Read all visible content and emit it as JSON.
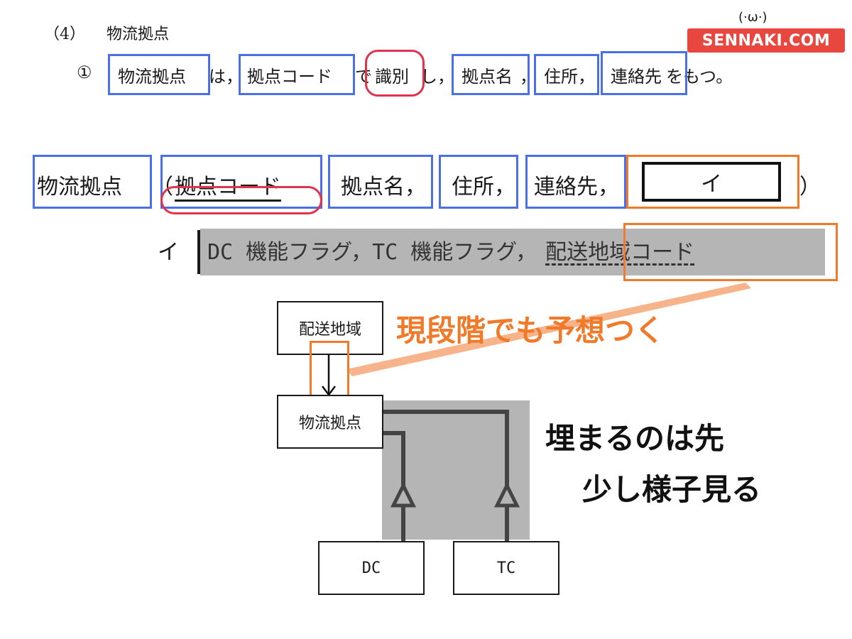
{
  "heading": {
    "number": "（4）",
    "title": "物流拠点"
  },
  "sentence": {
    "marker": "①",
    "parts": [
      "物流拠点",
      "は，",
      "拠点コード",
      "で",
      "識別",
      "し，",
      "拠点名",
      "，",
      "住所，",
      "連絡先",
      "をもつ。"
    ]
  },
  "relation": {
    "entity": "物流拠点",
    "open_paren": "（",
    "key": "拠点コード",
    "attrs": [
      "拠点名，",
      "住所，",
      "連絡先，"
    ],
    "blank": "イ",
    "close_paren": "）"
  },
  "answer": {
    "label": "イ",
    "text_plain": "DC 機能フラグ，TC 機能フラグ，",
    "text_highlight": "配送地域コード"
  },
  "diagram": {
    "entity_top": "配送地域",
    "entity_mid": "物流拠点",
    "entity_dc": "DC",
    "entity_tc": "TC"
  },
  "notes": {
    "orange": "現段階でも予想つく",
    "black_line1": "埋まるのは先",
    "black_line2": "少し様子見る"
  },
  "logo": {
    "text": "SENNAKI.COM",
    "face": "(·ω·)"
  },
  "colors": {
    "blue": "#4a6fe6",
    "red": "#e0344c",
    "orange": "#f07a2a",
    "gray": "#b5b5b5",
    "logo": "#e8473f"
  }
}
